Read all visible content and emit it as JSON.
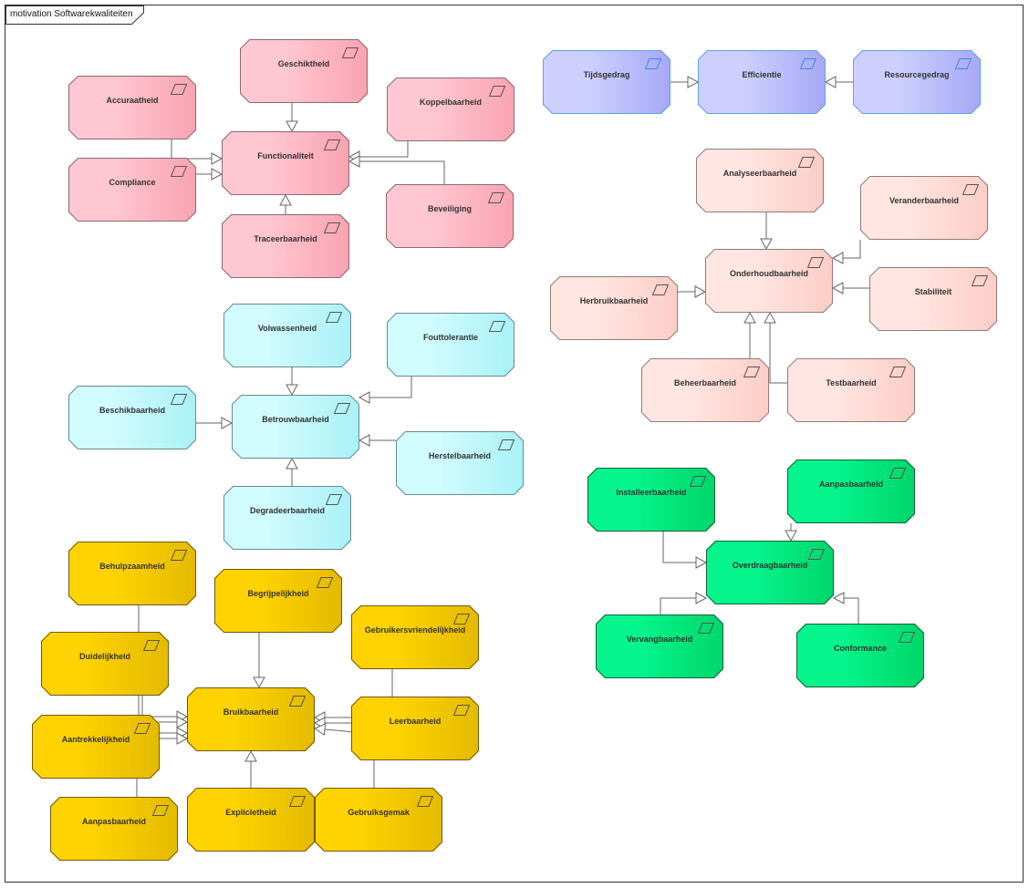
{
  "diagram": {
    "title": "motivation Softwarekwaliteiten"
  },
  "colors": {
    "pink": {
      "from": "#ffc7d1",
      "to": "#f9a3b2",
      "border": "#8a6a70"
    },
    "purple": {
      "from": "#cdd0ff",
      "to": "#a7a8f5",
      "border": "#5aa4e6"
    },
    "salmon": {
      "from": "#ffe6e1",
      "to": "#fccdc6",
      "border": "#8f7c78"
    },
    "cyan": {
      "from": "#d0fbff",
      "to": "#a9f1f6",
      "border": "#6b8a8c"
    },
    "green": {
      "from": "#05f58c",
      "to": "#00d66a",
      "border": "#1d5c3a"
    },
    "yellow": {
      "from": "#fed301",
      "to": "#e4ba00",
      "border": "#6e5a10"
    }
  },
  "nodes": [
    {
      "id": "geschiktheid",
      "label": "Geschiktheid",
      "color": "pink"
    },
    {
      "id": "accuraatheid",
      "label": "Accuraatheid",
      "color": "pink"
    },
    {
      "id": "koppelbaarheid",
      "label": "Koppelbaarheid",
      "color": "pink"
    },
    {
      "id": "functionaliteit",
      "label": "Functionaliteit",
      "color": "pink"
    },
    {
      "id": "compliance",
      "label": "Compliance",
      "color": "pink"
    },
    {
      "id": "beveiliging",
      "label": "Beveiliging",
      "color": "pink"
    },
    {
      "id": "traceerbaarheid",
      "label": "Traceerbaarheid",
      "color": "pink"
    },
    {
      "id": "tijdsgedrag",
      "label": "Tijdsgedrag",
      "color": "purple"
    },
    {
      "id": "efficientie",
      "label": "Efficientie",
      "color": "purple"
    },
    {
      "id": "resourcegedrag",
      "label": "Resourcegedrag",
      "color": "purple"
    },
    {
      "id": "analyseerbaarheid",
      "label": "Analyseerbaarheid",
      "color": "salmon"
    },
    {
      "id": "veranderbaarheid",
      "label": "Veranderbaarheid",
      "color": "salmon"
    },
    {
      "id": "onderhoudbaarheid",
      "label": "Onderhoudbaarheid",
      "color": "salmon"
    },
    {
      "id": "herbruikbaarheid",
      "label": "Herbruikbaarheid",
      "color": "salmon"
    },
    {
      "id": "stabiliteit",
      "label": "Stabiliteit",
      "color": "salmon"
    },
    {
      "id": "beheerbaarheid",
      "label": "Beheerbaarheid",
      "color": "salmon"
    },
    {
      "id": "testbaarheid",
      "label": "Testbaarheid",
      "color": "salmon"
    },
    {
      "id": "volwassenheid",
      "label": "Volwassenheid",
      "color": "cyan"
    },
    {
      "id": "fouttolerantie",
      "label": "Fouttolerantie",
      "color": "cyan"
    },
    {
      "id": "beschikbaarheid",
      "label": "Beschikbaarheid",
      "color": "cyan"
    },
    {
      "id": "betrouwbaarheid",
      "label": "Betrouwbaarheid",
      "color": "cyan"
    },
    {
      "id": "herstelbaarheid",
      "label": "Herstelbaarheid",
      "color": "cyan"
    },
    {
      "id": "degradeerbaarheid",
      "label": "Degradeerbaarheid",
      "color": "cyan"
    },
    {
      "id": "installeerbaarheid",
      "label": "Installeerbaarheid",
      "color": "green"
    },
    {
      "id": "aanpasbaarheid-g",
      "label": "Aanpasbaarheid",
      "color": "green"
    },
    {
      "id": "overdraagbaarheid",
      "label": "Overdraagbaarheid",
      "color": "green"
    },
    {
      "id": "vervangbaarheid",
      "label": "Vervangbaarheid",
      "color": "green"
    },
    {
      "id": "conformance",
      "label": "Conformance",
      "color": "green"
    },
    {
      "id": "behulpzaamheid",
      "label": "Behulpzaamheid",
      "color": "yellow"
    },
    {
      "id": "begrijpelijkheid",
      "label": "Begrijpelijkheid",
      "color": "yellow"
    },
    {
      "id": "gebruikersvriendelijkheid",
      "label": "Gebruikersvriendelijkheid",
      "color": "yellow"
    },
    {
      "id": "duidelijkheid",
      "label": "Duidelijkheid",
      "color": "yellow"
    },
    {
      "id": "bruikbaarheid",
      "label": "Bruikbaarheid",
      "color": "yellow"
    },
    {
      "id": "leerbaarheid",
      "label": "Leerbaarheid",
      "color": "yellow"
    },
    {
      "id": "aantrekkelijkheid",
      "label": "Aantrekkelijkheid",
      "color": "yellow"
    },
    {
      "id": "aanpasbaarheid-y",
      "label": "Aanpasbaarheid",
      "color": "yellow"
    },
    {
      "id": "explicietheid",
      "label": "Explicietheid",
      "color": "yellow"
    },
    {
      "id": "gebruiksgemak",
      "label": "Gebruiksgemak",
      "color": "yellow"
    }
  ],
  "relations": [
    {
      "from": "geschiktheid",
      "to": "functionaliteit"
    },
    {
      "from": "accuraatheid",
      "to": "functionaliteit"
    },
    {
      "from": "compliance",
      "to": "functionaliteit"
    },
    {
      "from": "koppelbaarheid",
      "to": "functionaliteit"
    },
    {
      "from": "beveiliging",
      "to": "functionaliteit"
    },
    {
      "from": "traceerbaarheid",
      "to": "functionaliteit"
    },
    {
      "from": "tijdsgedrag",
      "to": "efficientie"
    },
    {
      "from": "resourcegedrag",
      "to": "efficientie"
    },
    {
      "from": "analyseerbaarheid",
      "to": "onderhoudbaarheid"
    },
    {
      "from": "veranderbaarheid",
      "to": "onderhoudbaarheid"
    },
    {
      "from": "herbruikbaarheid",
      "to": "onderhoudbaarheid"
    },
    {
      "from": "stabiliteit",
      "to": "onderhoudbaarheid"
    },
    {
      "from": "beheerbaarheid",
      "to": "onderhoudbaarheid"
    },
    {
      "from": "testbaarheid",
      "to": "onderhoudbaarheid"
    },
    {
      "from": "volwassenheid",
      "to": "betrouwbaarheid"
    },
    {
      "from": "fouttolerantie",
      "to": "betrouwbaarheid"
    },
    {
      "from": "beschikbaarheid",
      "to": "betrouwbaarheid"
    },
    {
      "from": "herstelbaarheid",
      "to": "betrouwbaarheid"
    },
    {
      "from": "degradeerbaarheid",
      "to": "betrouwbaarheid"
    },
    {
      "from": "installeerbaarheid",
      "to": "overdraagbaarheid"
    },
    {
      "from": "aanpasbaarheid-g",
      "to": "overdraagbaarheid"
    },
    {
      "from": "vervangbaarheid",
      "to": "overdraagbaarheid"
    },
    {
      "from": "conformance",
      "to": "overdraagbaarheid"
    },
    {
      "from": "behulpzaamheid",
      "to": "bruikbaarheid"
    },
    {
      "from": "duidelijkheid",
      "to": "bruikbaarheid"
    },
    {
      "from": "aantrekkelijkheid",
      "to": "bruikbaarheid"
    },
    {
      "from": "aanpasbaarheid-y",
      "to": "bruikbaarheid"
    },
    {
      "from": "begrijpelijkheid",
      "to": "bruikbaarheid"
    },
    {
      "from": "gebruikersvriendelijkheid",
      "to": "bruikbaarheid"
    },
    {
      "from": "leerbaarheid",
      "to": "bruikbaarheid"
    },
    {
      "from": "gebruiksgemak",
      "to": "bruikbaarheid"
    },
    {
      "from": "explicietheid",
      "to": "bruikbaarheid"
    }
  ]
}
